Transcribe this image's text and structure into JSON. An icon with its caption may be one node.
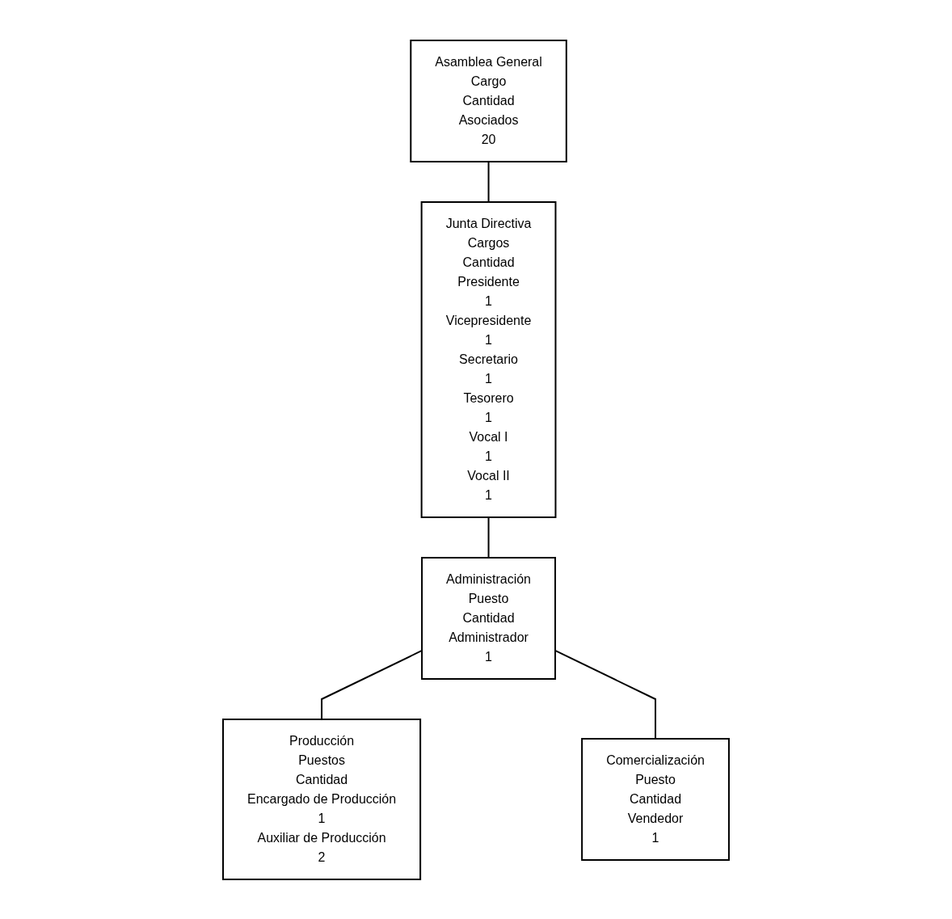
{
  "diagram": {
    "nodes": [
      {
        "text": [
          "Asamblea General",
          "Cargo",
          "Cantidad",
          "Asociados",
          "20"
        ]
      },
      {
        "text": [
          "Junta Directiva",
          "Cargos",
          "Cantidad",
          "Presidente",
          "1",
          "Vicepresidente",
          "1",
          "Secretario",
          "1",
          "Tesorero",
          "1",
          "Vocal I",
          "1",
          "Vocal II",
          "1"
        ]
      },
      {
        "text": [
          "Administración",
          "Puesto",
          "Cantidad",
          "Administrador",
          "1"
        ]
      },
      {
        "text": [
          "Producción",
          "Puestos",
          "Cantidad",
          "Encargado de Producción",
          "1",
          "Auxiliar de Producción",
          "2"
        ]
      },
      {
        "text": [
          "Comercialización",
          "Puesto",
          "Cantidad",
          "Vendedor",
          "1"
        ]
      }
    ],
    "edges": [
      {
        "from": 0,
        "to": 1,
        "arrow": "none"
      },
      {
        "from": 1,
        "to": 2,
        "arrow": "none"
      },
      {
        "from": 2,
        "to": 3,
        "arrow": "none"
      },
      {
        "from": 2,
        "to": 4,
        "arrow": "none"
      }
    ]
  }
}
